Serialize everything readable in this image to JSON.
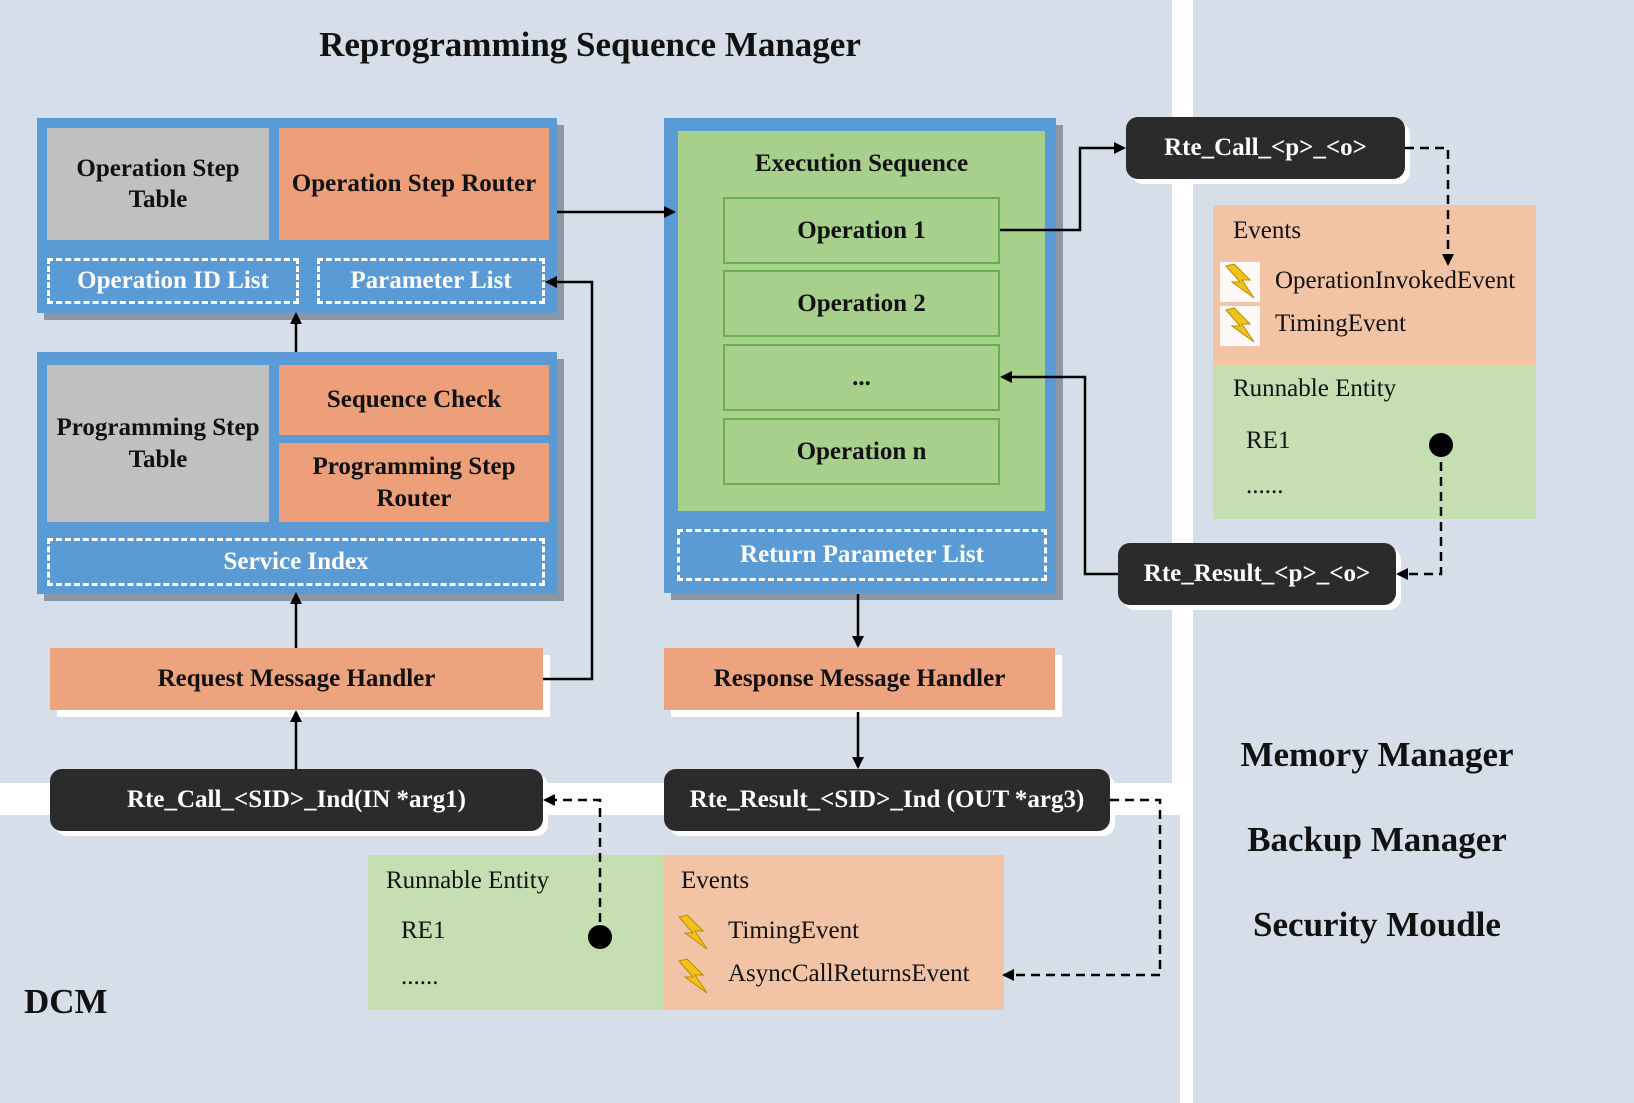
{
  "title": "Reprogramming Sequence Manager",
  "dcm_label": "DCM",
  "op_step_table": "Operation Step Table",
  "op_step_router": "Operation Step Router",
  "op_id_list": "Operation ID List",
  "param_list": "Parameter List",
  "prog_step_table": "Programming Step Table",
  "sequence_check": "Sequence Check",
  "prog_step_router": "Programming Step Router",
  "service_index": "Service Index",
  "exec_sequence": {
    "title": "Execution Sequence",
    "operations": [
      "Operation 1",
      "Operation 2",
      "...",
      "Operation n"
    ],
    "return_list": "Return Parameter List"
  },
  "request_handler": "Request Message Handler",
  "response_handler": "Response  Message Handler",
  "rte_call_po": "Rte_Call_<p>_<o>",
  "rte_result_po": "Rte_Result_<p>_<o>",
  "rte_call_sid": "Rte_Call_<SID>_Ind(IN *arg1)",
  "rte_result_sid": "Rte_Result_<SID>_Ind (OUT *arg3)",
  "right_events": {
    "title": "Events",
    "items": [
      "OperationInvokedEvent",
      "TimingEvent"
    ]
  },
  "right_runnable": {
    "title": "Runnable Entity",
    "items": [
      "RE1",
      "......"
    ]
  },
  "bottom_runnable": {
    "title": "Runnable Entity",
    "items": [
      "RE1",
      "......"
    ]
  },
  "bottom_events": {
    "title": "Events",
    "items": [
      "TimingEvent",
      "AsyncCallReturnsEvent"
    ]
  },
  "managers": [
    "Memory Manager",
    "Backup Manager",
    "Security Moudle"
  ],
  "colors": {
    "panel": "#d6dfe9",
    "frame_blue": "#5b9bd5",
    "orange": "#ec9f78",
    "green": "#a8d08d",
    "dark": "#2b2b2b"
  },
  "icons": [
    "lightning-icon"
  ]
}
